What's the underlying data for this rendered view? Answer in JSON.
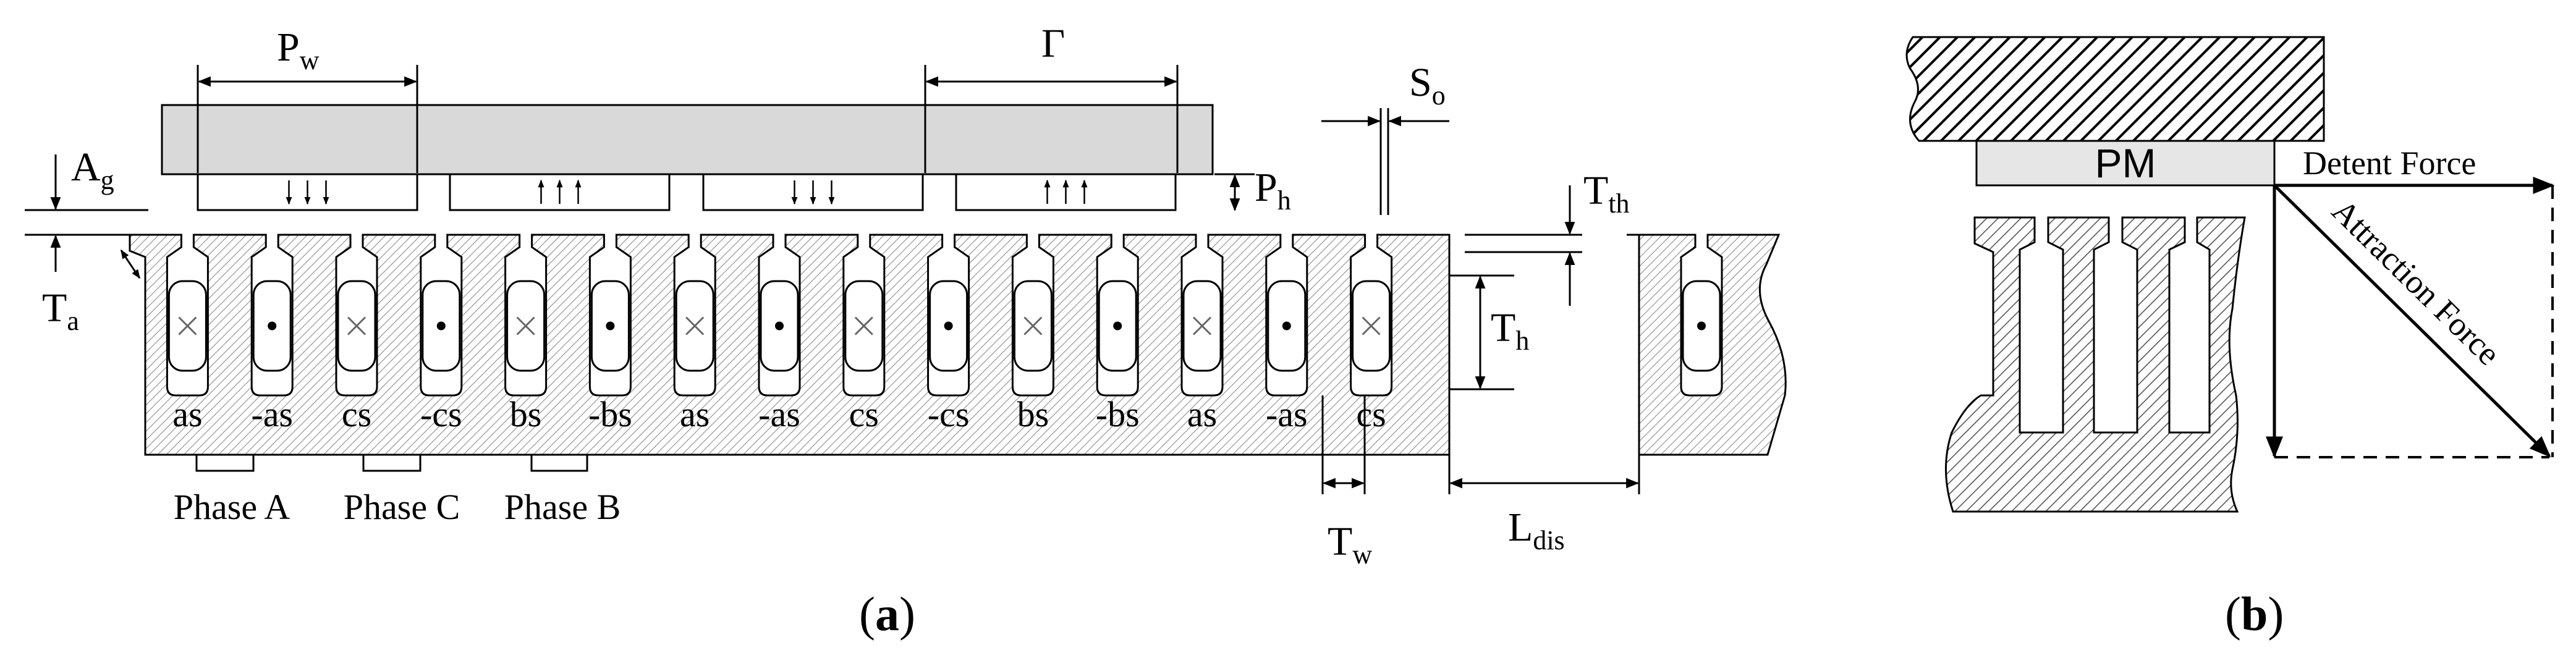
{
  "panel_a": {
    "caption_open": "(",
    "caption_letter": "a",
    "caption_close": ")",
    "dims": {
      "pw": {
        "main": "P",
        "sub": "w"
      },
      "tau": {
        "main": "Γ",
        "sub": ""
      },
      "so": {
        "main": "S",
        "sub": "o"
      },
      "ag": {
        "main": "A",
        "sub": "g"
      },
      "ph": {
        "main": "P",
        "sub": "h"
      },
      "tth": {
        "main": "T",
        "sub": "th"
      },
      "ta": {
        "main": "T",
        "sub": "a"
      },
      "th": {
        "main": "T",
        "sub": "h"
      },
      "tw": {
        "main": "T",
        "sub": "w"
      },
      "ldis": {
        "main": "L",
        "sub": "dis"
      }
    },
    "slot_labels": [
      "as",
      "-as",
      "cs",
      "-cs",
      "bs",
      "-bs",
      "as",
      "-as",
      "cs",
      "-cs",
      "bs",
      "-bs",
      "as",
      "-as",
      "cs"
    ],
    "slot_symbols": [
      "cross",
      "dot",
      "cross",
      "dot",
      "cross",
      "dot",
      "cross",
      "dot",
      "cross",
      "dot",
      "cross",
      "dot",
      "cross",
      "dot",
      "cross"
    ],
    "end_slot_symbol": "dot",
    "magnet_directions": [
      "down",
      "up",
      "down",
      "up"
    ],
    "phase_labels": [
      "Phase A",
      "Phase C",
      "Phase B"
    ]
  },
  "panel_b": {
    "caption_open": "(",
    "caption_letter": "b",
    "caption_close": ")",
    "pm_label": "PM",
    "detent_label": "Detent Force",
    "attraction_label": "Attraction Force"
  },
  "colors": {
    "mover_fill": "#d9d9d9",
    "pm_fill": "#e6e6e6",
    "hatch_light": "#8c8c8c",
    "hatch_dark": "#000000",
    "line": "#000000"
  }
}
